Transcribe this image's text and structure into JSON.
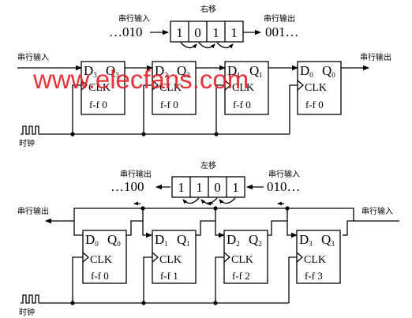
{
  "top": {
    "direction": "右移",
    "serial_in": "串行输入",
    "serial_out": "串行输出",
    "bits_before": "…010",
    "bits_after": "001…",
    "register": [
      "1",
      "0",
      "1",
      "1"
    ],
    "left_label": "串行输入",
    "right_label": "串行输出",
    "clock": "时钟",
    "flipflops": [
      {
        "d": "D",
        "d_sub": "3",
        "q": "Q",
        "q_sub": "3",
        "clk": "CLK",
        "ff": "f-f  0"
      },
      {
        "d": "D",
        "d_sub": "2",
        "q": "Q",
        "q_sub": "2",
        "clk": "CLK",
        "ff": "f-f  0"
      },
      {
        "d": "D",
        "d_sub": "1",
        "q": "Q",
        "q_sub": "1",
        "clk": "CLK",
        "ff": "f-f  0"
      },
      {
        "d": "D",
        "d_sub": "0",
        "q": "Q",
        "q_sub": "0",
        "clk": "CLK",
        "ff": "f-f  0"
      }
    ]
  },
  "bottom": {
    "direction": "左移",
    "serial_out": "串行输出",
    "serial_in": "串行输入",
    "bits_before": "…100",
    "bits_after": "010…",
    "register": [
      "1",
      "1",
      "0",
      "1"
    ],
    "left_label": "串行输出",
    "right_label": "串行输入",
    "clock": "时钟",
    "flipflops": [
      {
        "d": "D",
        "d_sub": "0",
        "q": "Q",
        "q_sub": "0",
        "clk": "CLK",
        "ff": "f-f  0"
      },
      {
        "d": "D",
        "d_sub": "1",
        "q": "Q",
        "q_sub": "1",
        "clk": "CLK",
        "ff": "f-f  1"
      },
      {
        "d": "D",
        "d_sub": "2",
        "q": "Q",
        "q_sub": "2",
        "clk": "CLK",
        "ff": "f-f  2"
      },
      {
        "d": "D",
        "d_sub": "3",
        "q": "Q",
        "q_sub": "3",
        "clk": "CLK",
        "ff": "f-f  3"
      }
    ]
  },
  "watermark": "www.elecfans.com",
  "colors": {
    "line": "#000000",
    "watermark": "#e5222a"
  }
}
